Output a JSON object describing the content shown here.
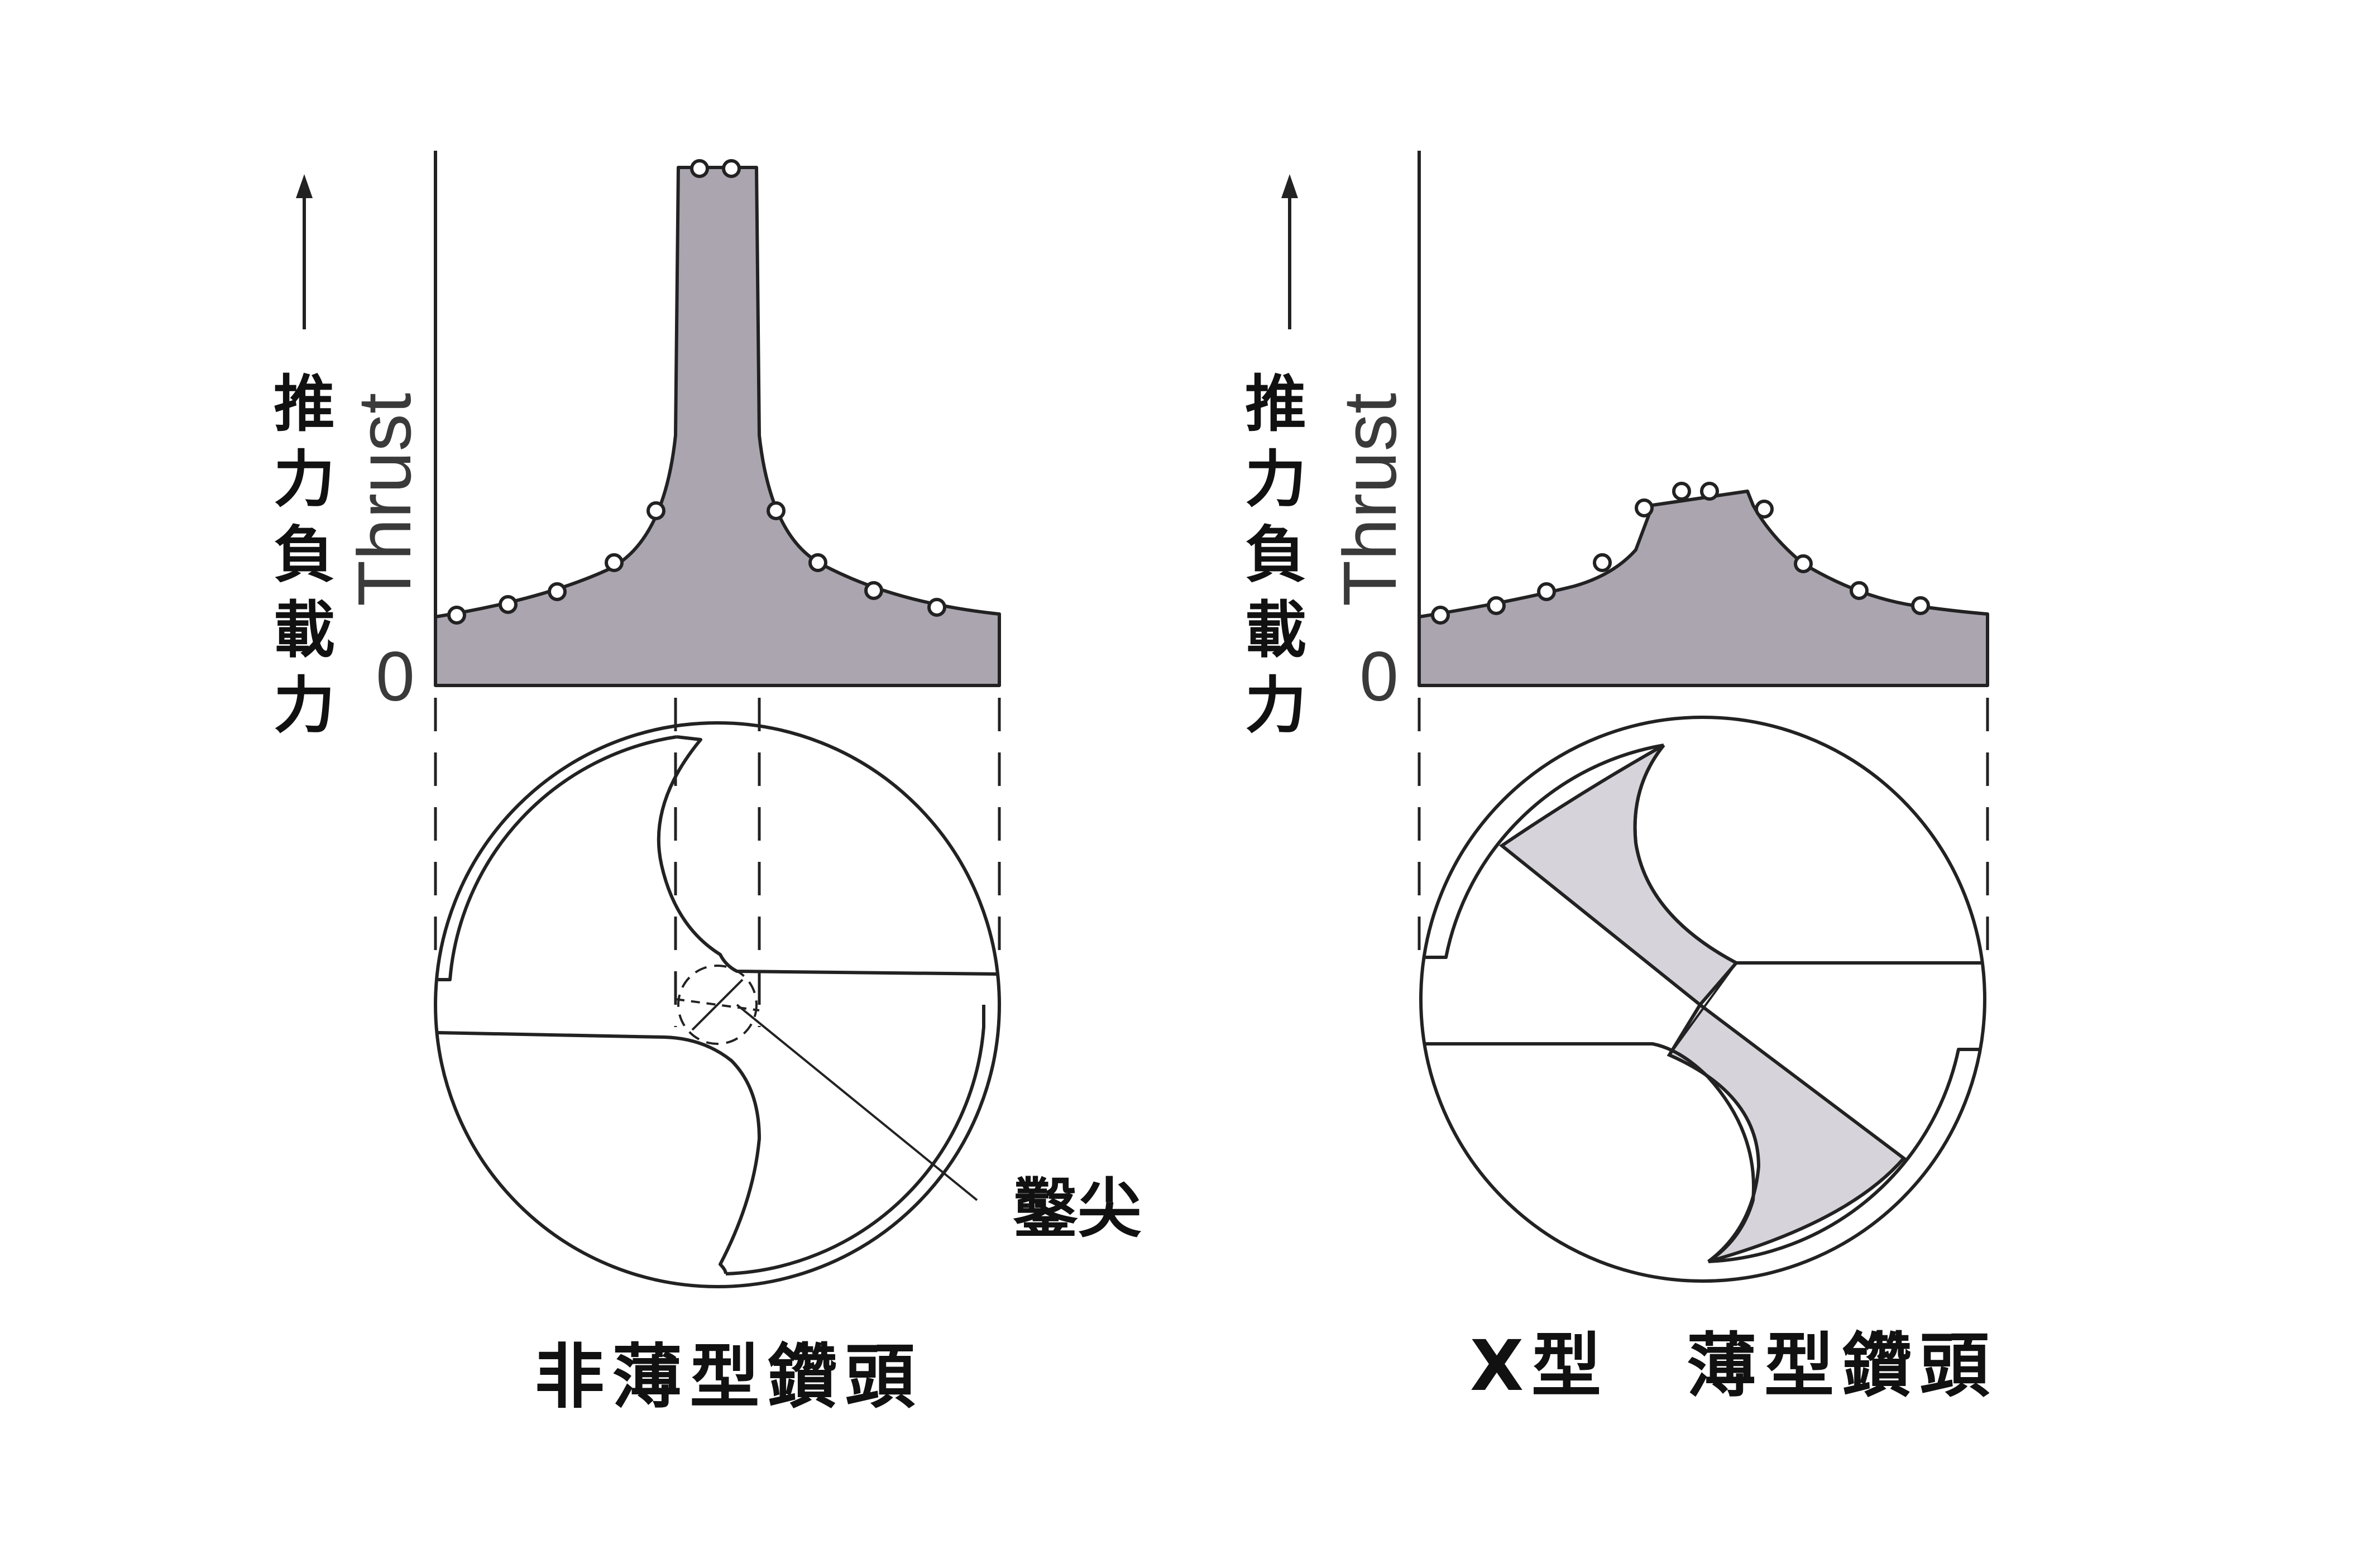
{
  "panels": [
    {
      "id": "conventional",
      "caption": "非薄型鑽頭",
      "axis": {
        "label_cjk": [
          "推",
          "力",
          "負",
          "載",
          "力"
        ],
        "label_en": "Thrust",
        "origin": "0"
      },
      "annotation": "鑿尖"
    },
    {
      "id": "x-type",
      "caption": "X型　薄型鑽頭",
      "axis": {
        "label_cjk": [
          "推",
          "力",
          "負",
          "載",
          "力"
        ],
        "label_en": "Thrust",
        "origin": "0"
      }
    }
  ],
  "colors": {
    "thrust_fill": "#aba5b0",
    "web_fill": "#d6d3da",
    "line": "#222222",
    "background": "#ffffff"
  }
}
